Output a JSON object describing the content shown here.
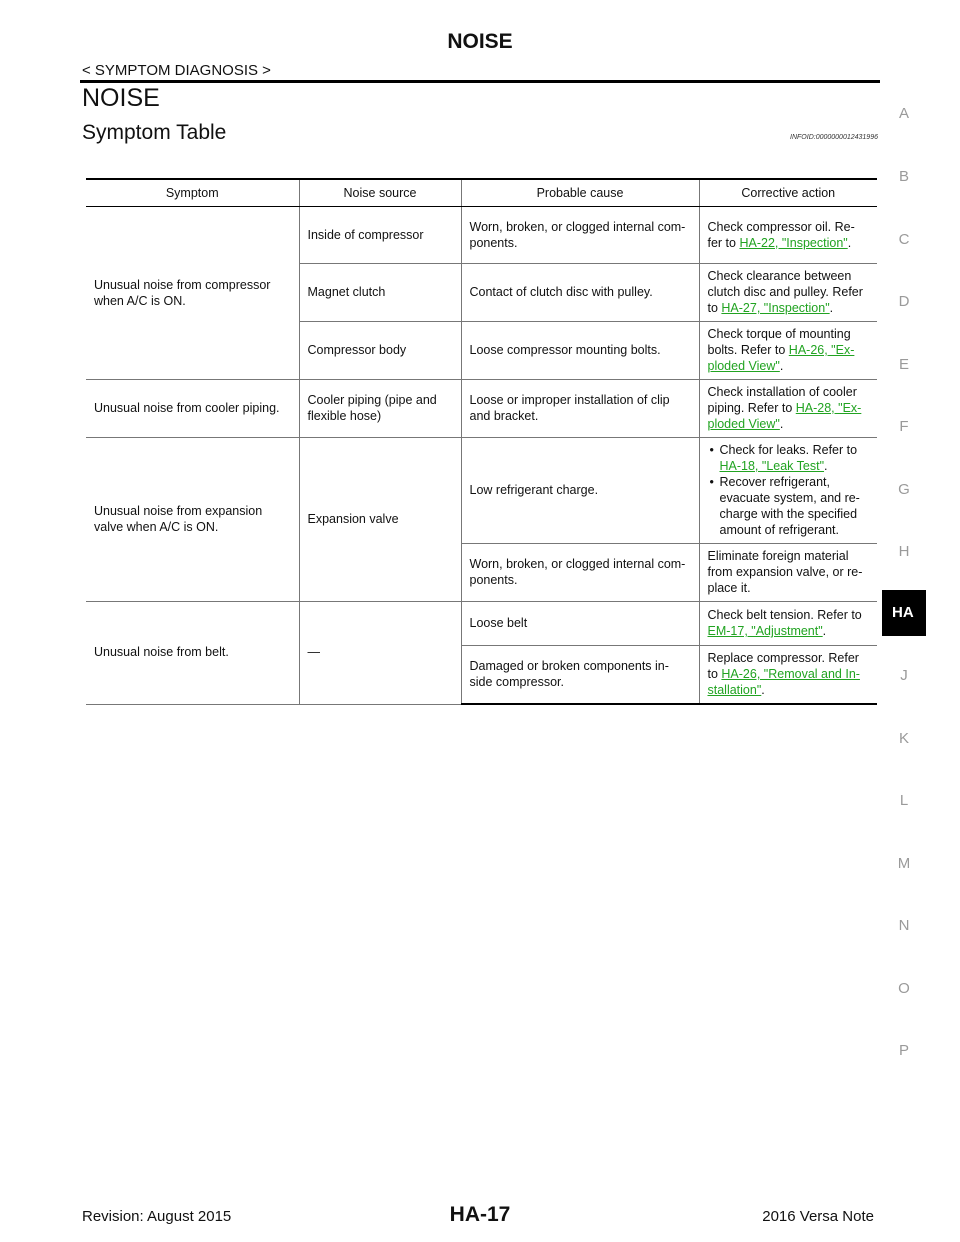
{
  "header": {
    "title": "NOISE",
    "breadcrumb": "< SYMPTOM DIAGNOSIS >"
  },
  "section": {
    "title": "NOISE"
  },
  "subsection": {
    "title": "Symptom Table",
    "info_id": "INFOID:0000000012431996"
  },
  "side_index": [
    "A",
    "B",
    "C",
    "D",
    "E",
    "F",
    "G",
    "H",
    "HA",
    "J",
    "K",
    "L",
    "M",
    "N",
    "O",
    "P"
  ],
  "side_index_active": "HA",
  "table": {
    "headers": [
      "Symptom",
      "Noise source",
      "Probable cause",
      "Corrective action"
    ],
    "rows": [
      {
        "symptom": "Unusual noise from compressor when A/C is ON.",
        "source": "Inside of compressor",
        "cause": "Worn, broken, or clogged internal com-ponents.",
        "action_text": "Check compressor oil. Re-fer to ",
        "action_link": "HA-22, \"Inspection\"",
        "action_end": "."
      },
      {
        "source": "Magnet clutch",
        "cause": "Contact of clutch disc with pulley.",
        "action_text": "Check clearance between clutch disc and pulley. Refer to ",
        "action_link": "HA-27, \"Inspection\"",
        "action_end": "."
      },
      {
        "source": "Compressor body",
        "cause": "Loose compressor mounting bolts.",
        "action_text": "Check torque of mounting bolts. Refer to ",
        "action_link": "HA-26, \"Ex-ploded View\"",
        "action_end": "."
      },
      {
        "symptom": "Unusual noise from cooler piping.",
        "source": "Cooler piping (pipe and flexible hose)",
        "cause": "Loose or improper installation of clip and bracket.",
        "action_text": "Check installation of cooler piping. Refer to ",
        "action_link": "HA-28, \"Ex-ploded View\"",
        "action_end": "."
      },
      {
        "symptom": "Unusual noise from expansion valve when A/C is ON.",
        "source": "Expansion valve",
        "cause": "Low refrigerant charge.",
        "action_bullets": {
          "b1_text": "Check for leaks. Refer to ",
          "b1_link": "HA-18, \"Leak Test\"",
          "b1_end": ".",
          "b2_text": "Recover refrigerant, evacuate system, and re-charge with the specified amount of refrigerant."
        }
      },
      {
        "cause": "Worn, broken, or clogged internal com-ponents.",
        "action_text": "Eliminate foreign material from expansion valve, or re-place it."
      },
      {
        "symptom": "Unusual noise from belt.",
        "source": "—",
        "cause": "Loose belt",
        "action_text": "Check belt tension. Refer to ",
        "action_link": "EM-17, \"Adjustment\"",
        "action_end": "."
      },
      {
        "cause": "Damaged or broken components in-side compressor.",
        "action_text": "Replace compressor. Refer to ",
        "action_link": "HA-26, \"Removal and In-stallation\"",
        "action_end": "."
      }
    ]
  },
  "footer": {
    "left": "Revision: August 2015",
    "center": "HA-17",
    "right": "2016 Versa Note"
  }
}
